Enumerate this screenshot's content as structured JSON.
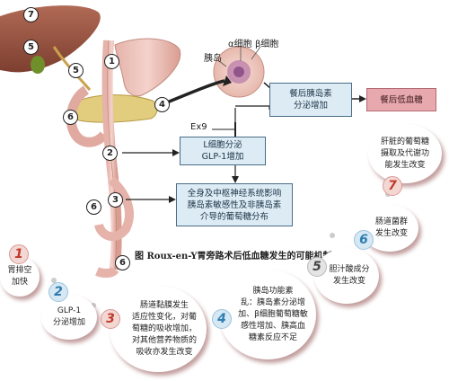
{
  "diagram": {
    "pancreas_label": "胰岛",
    "alpha_label": "α细胞",
    "beta_label": "β细胞",
    "ex9_label": "Ex9",
    "box_postprandial_insulin": [
      "餐后胰岛素",
      "分泌增加"
    ],
    "box_hypoglycemia": "餐后低血糖",
    "box_lcell": [
      "L细胞分泌",
      "GLP-1增加"
    ],
    "box_cns": [
      "全身及中枢神经系统影响",
      "胰岛素敏感性及非胰岛素",
      "介导的葡萄糖分布"
    ],
    "caption": "图 Roux-en-Y胃旁路术后低血糖发生的可能机制",
    "anatomy_markers": [
      "7",
      "5",
      "5",
      "1",
      "6",
      "4",
      "2",
      "3",
      "6",
      "6"
    ]
  },
  "mechanisms": [
    {
      "num": "1",
      "text": [
        "胃排空",
        "加快"
      ]
    },
    {
      "num": "2",
      "text": [
        "GLP-1",
        "分泌增加"
      ]
    },
    {
      "num": "3",
      "text": [
        "肠道黏膜发生",
        "适应性变化，对葡",
        "萄糖的吸收增加，",
        "对其他营养物质的",
        "吸收亦发生改变"
      ]
    },
    {
      "num": "4",
      "text": [
        "胰岛功能紊",
        "乱：胰岛素分泌增",
        "加、β细胞葡萄糖敏",
        "感性增加、胰高血",
        "糖素反应不足"
      ]
    },
    {
      "num": "5",
      "text": [
        "胆汁酸成分",
        "发生改变"
      ]
    },
    {
      "num": "6",
      "text": [
        "肠道菌群",
        "发生改变"
      ]
    },
    {
      "num": "7",
      "text": [
        "肝脏的葡萄糖",
        "摄取及代谢功",
        "能发生改变"
      ]
    }
  ],
  "colors": {
    "red": "#c0392b",
    "blue": "#2e7db0",
    "gray": "#444444",
    "box_fill": "#dcebf4",
    "hypo_fill": "#e7a8ae"
  }
}
